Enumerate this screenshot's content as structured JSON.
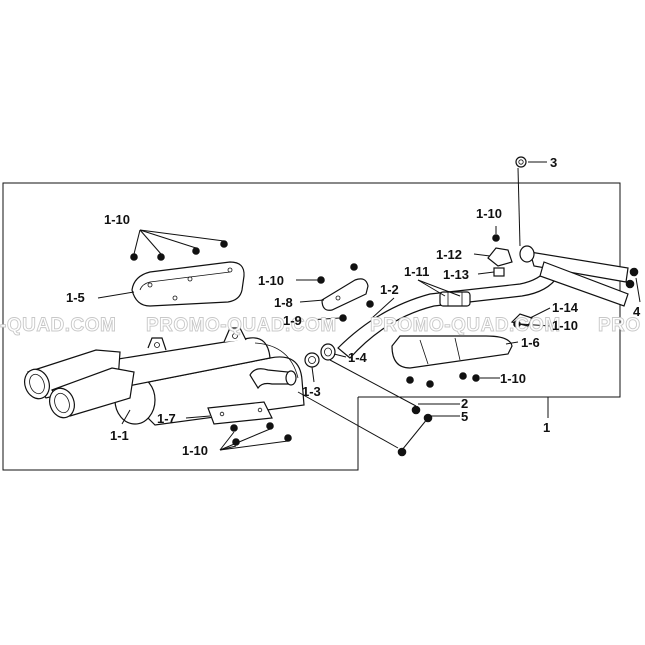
{
  "watermark": {
    "texts": [
      "-QUAD.COM",
      "PROMO-QUAD.COM",
      "PROMO-QUAD.COM",
      "PRO"
    ]
  },
  "callouts": {
    "c_1_10_a": "1-10",
    "c_1_5": "1-5",
    "c_1_10_b": "1-10",
    "c_1_8": "1-8",
    "c_1_9": "1-9",
    "c_1_2": "1-2",
    "c_1_11": "1-11",
    "c_1_13": "1-13",
    "c_1_12": "1-12",
    "c_1_10_top": "1-10",
    "c_3": "3",
    "c_4": "4",
    "c_1_14": "1-14",
    "c_1_10_c": "1-10",
    "c_1_6": "1-6",
    "c_1_10_d": "1-10",
    "c_1_4": "1-4",
    "c_1_3": "1-3",
    "c_2": "2",
    "c_5": "5",
    "c_1": "1",
    "c_1_1": "1-1",
    "c_1_7": "1-7",
    "c_1_10_e": "1-10"
  }
}
